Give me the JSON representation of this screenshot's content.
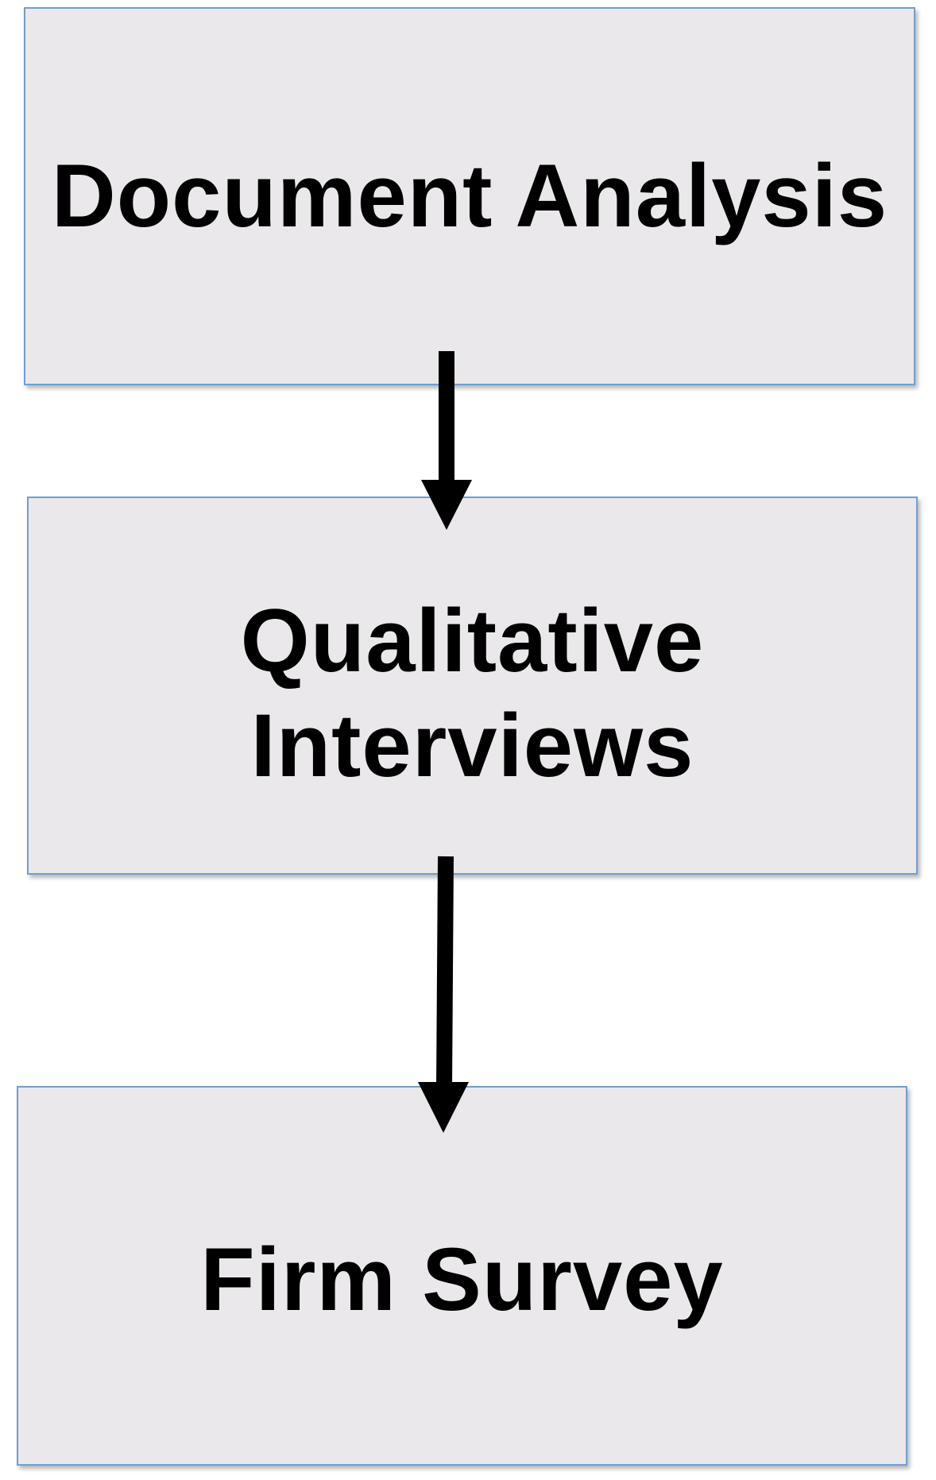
{
  "diagram": {
    "steps": [
      {
        "label": "Document Analysis"
      },
      {
        "label": "Qualitative Interviews"
      },
      {
        "label": "Firm Survey"
      }
    ],
    "connectors": [
      {
        "from": "Document Analysis",
        "to": "Qualitative Interviews"
      },
      {
        "from": "Qualitative Interviews",
        "to": "Firm Survey"
      }
    ],
    "colors": {
      "box_fill": "#eae8eb",
      "box_border": "#6f9fd0",
      "text": "#000000",
      "arrow": "#000000"
    }
  }
}
